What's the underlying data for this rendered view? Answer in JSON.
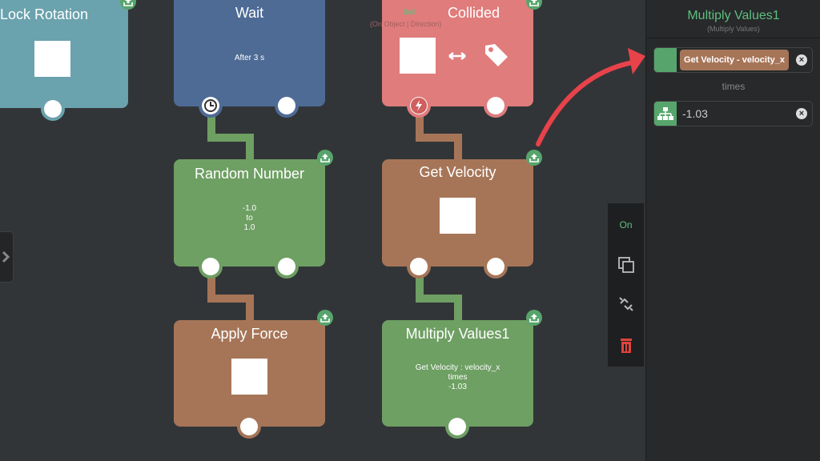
{
  "nodes": {
    "lock_rotation": {
      "title": "Lock Rotation",
      "color": "#6aa2ad"
    },
    "wait": {
      "title": "Wait",
      "info": "After 3 s",
      "color": "#4e6b96"
    },
    "collided": {
      "title": "Collided",
      "tag": "Ball",
      "hint": "(On Object | Direction)",
      "color": "#e07c7c"
    },
    "random_number": {
      "title": "Random Number",
      "info_lines": [
        "-1.0",
        "to",
        "1.0"
      ],
      "color": "#6e9f63"
    },
    "get_velocity": {
      "title": "Get Velocity",
      "color": "#a67558"
    },
    "apply_force": {
      "title": "Apply Force",
      "color": "#a67558"
    },
    "multiply_values": {
      "title": "Multiply Values1",
      "info_lines": [
        "Get Velocity : velocity_x",
        "times",
        "-1.03"
      ],
      "color": "#6e9f63"
    }
  },
  "toolbar": {
    "on_label": "On",
    "icons": [
      "copy-icon",
      "unlink-icon",
      "trash-icon"
    ]
  },
  "panel": {
    "title": "Multiply Values1",
    "subtitle": "(Multiply Values)",
    "input1_value": "Get Velocity - velocity_x",
    "times_label": "times",
    "input2_value": "-1.03"
  },
  "colors": {
    "accent_green": "#5fc07f",
    "export_green": "#57a56c",
    "arrow_red": "#e8424a",
    "trash_red": "#e0443c"
  }
}
